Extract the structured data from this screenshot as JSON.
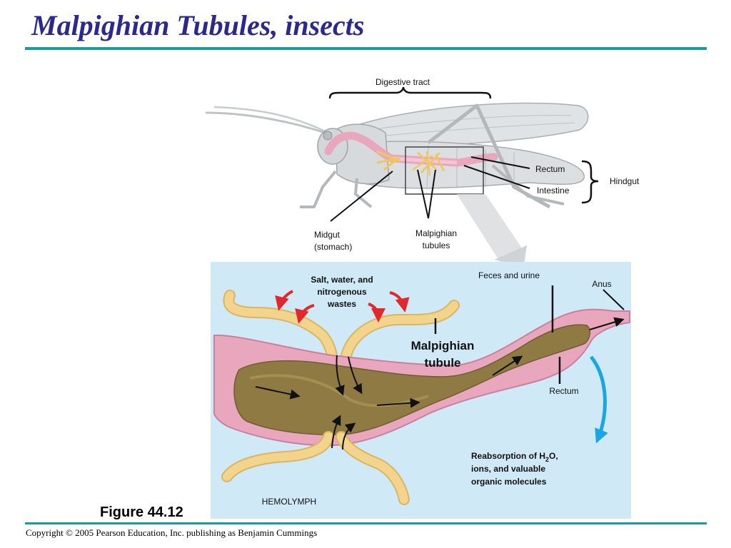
{
  "slide": {
    "title": "Malpighian Tubules, insects",
    "figure_label": "Figure 44.12",
    "copyright": "Copyright © 2005 Pearson Education, Inc. publishing as Benjamin Cummings"
  },
  "labels": {
    "digestive_tract": "Digestive tract",
    "rectum_top": "Rectum",
    "intestine": "Intestine",
    "hindgut": "Hindgut",
    "midgut_line1": "Midgut",
    "midgut_line2": "(stomach)",
    "malpighian_tubules_line1": "Malpighian",
    "malpighian_tubules_line2": "tubules",
    "feces_and_urine": "Feces and urine",
    "anus": "Anus",
    "salt_line1": "Salt, water, and",
    "salt_line2": "nitrogenous",
    "salt_line3": "wastes",
    "malpighian_tubule_line1": "Malpighian",
    "malpighian_tubule_line2": "tubule",
    "rectum_bottom": "Rectum",
    "reabsorption_prefix": "Reabsorption of H",
    "reabsorption_sub": "2",
    "reabsorption_suffix": "O,",
    "reabsorption_line2": "ions, and valuable",
    "reabsorption_line3": "organic molecules",
    "hemolymph": "HEMOLYMPH"
  },
  "colors": {
    "title": "#2b2a8c",
    "rule": "#1b9aa0",
    "panel_bg": "#cfe9f7",
    "tubule": "#f3d48c",
    "gut_wall": "#e9a7bd",
    "gut_content": "#8f7a44",
    "red_arrow": "#e0282e",
    "blue_arrow": "#1aa6e0"
  }
}
